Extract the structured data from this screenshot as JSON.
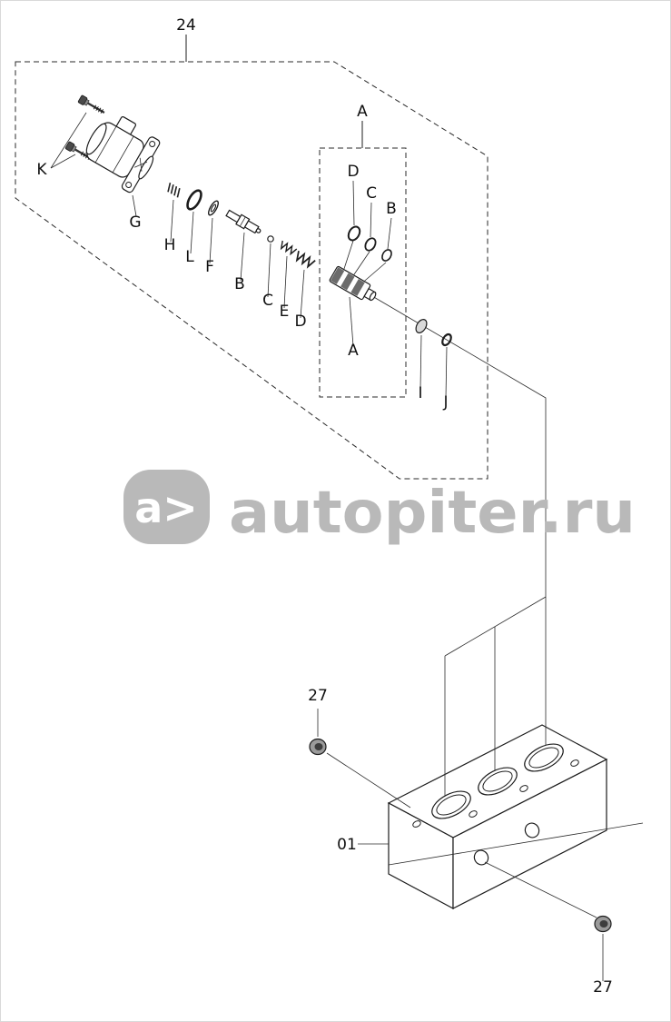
{
  "diagram": {
    "type": "exploded-parts-diagram",
    "watermark": {
      "logo_text": "a>",
      "site_text": "autopiter.ru",
      "color": "#b9b9b9",
      "logo_text_color": "#ffffff"
    },
    "labels": {
      "assembly_group": "24",
      "subassembly_top": "A",
      "bolt": "K",
      "solenoid": "G",
      "pin_spring": "H",
      "oring_l": "L",
      "washer_f": "F",
      "spool": "B",
      "ball": "C",
      "spring_e": "E",
      "spring_d": "D",
      "ring_d": "D",
      "ring_c": "C",
      "ring_b": "B",
      "cartridge": "A",
      "washer_i": "I",
      "ring_j": "J",
      "plug_top": "27",
      "valve_block": "01",
      "plug_bottom": "27"
    }
  }
}
